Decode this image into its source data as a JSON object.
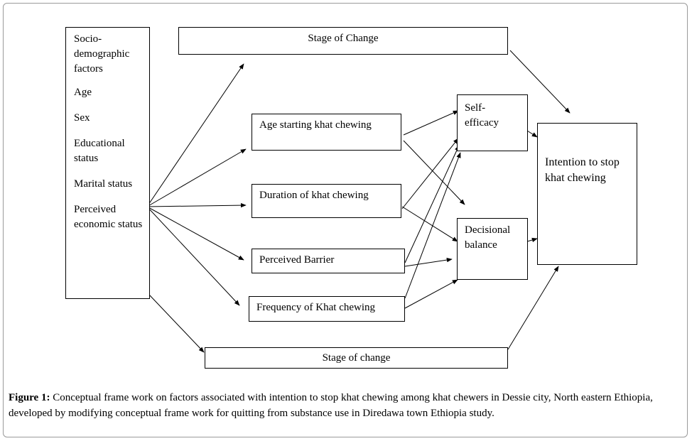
{
  "diagram": {
    "socio_box": {
      "lines": [
        "Socio-",
        "demographic",
        "factors"
      ],
      "items": [
        "Age",
        "Sex",
        "Educational status",
        "Marital status",
        "Perceived economic status"
      ]
    },
    "stage_top": "Stage of Change",
    "stage_bottom": "Stage of change",
    "age_starting": "Age starting khat chewing",
    "duration": "Duration of khat chewing",
    "barrier": "Perceived Barrier",
    "frequency": "Frequency of Khat chewing",
    "self_efficacy": [
      "Self-",
      "efficacy"
    ],
    "decisional": [
      "Decisional",
      "balance"
    ],
    "intention": [
      "Intention to stop",
      "khat chewing"
    ]
  },
  "caption": {
    "label": "Figure 1:",
    "text": " Conceptual frame work on factors associated with intention to stop khat chewing among khat chewers in Dessie city, North eastern Ethiopia, developed by modifying conceptual frame work for quitting from substance use in Diredawa town Ethiopia study."
  }
}
